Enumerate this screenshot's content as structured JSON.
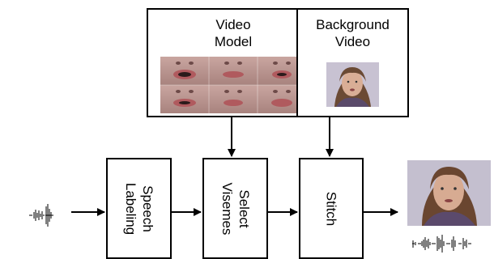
{
  "video_model": {
    "line1": "Video",
    "line2": "Model"
  },
  "background_video": {
    "line1": "Background",
    "line2": "Video"
  },
  "speech_labeling": {
    "line1": "Speech",
    "line2": "Labeling"
  },
  "select_visemes": {
    "line1": "Select",
    "line2": "Visemes"
  },
  "stitch": {
    "label": "Stitch"
  }
}
